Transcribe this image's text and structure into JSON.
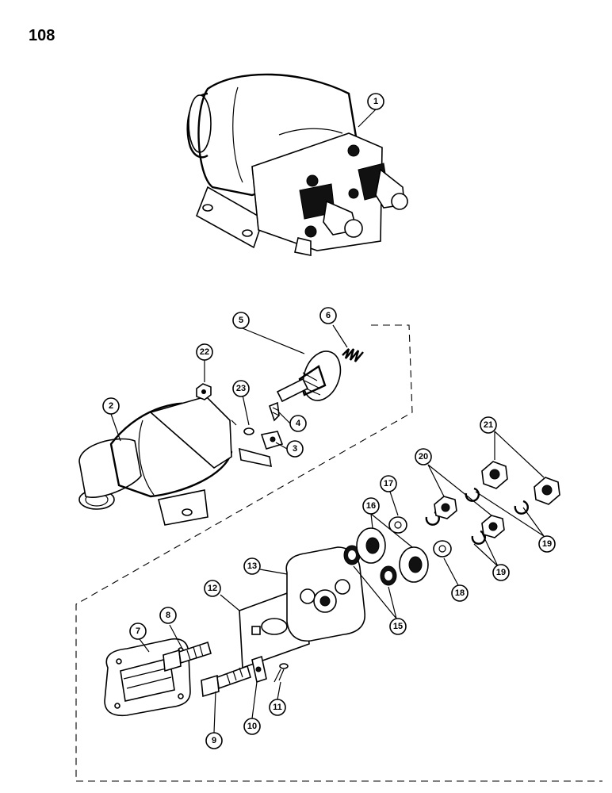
{
  "page": {
    "number": "108"
  },
  "callouts": [
    {
      "label": "1"
    },
    {
      "label": "2"
    },
    {
      "label": "3"
    },
    {
      "label": "4"
    },
    {
      "label": "5"
    },
    {
      "label": "6"
    },
    {
      "label": "7"
    },
    {
      "label": "8"
    },
    {
      "label": "9"
    },
    {
      "label": "10"
    },
    {
      "label": "11"
    },
    {
      "label": "12"
    },
    {
      "label": "13"
    },
    {
      "label": "15"
    },
    {
      "label": "16"
    },
    {
      "label": "17"
    },
    {
      "label": "18"
    },
    {
      "label": "19"
    },
    {
      "label": "19"
    },
    {
      "label": "20"
    },
    {
      "label": "21"
    },
    {
      "label": "22"
    },
    {
      "label": "23"
    }
  ]
}
